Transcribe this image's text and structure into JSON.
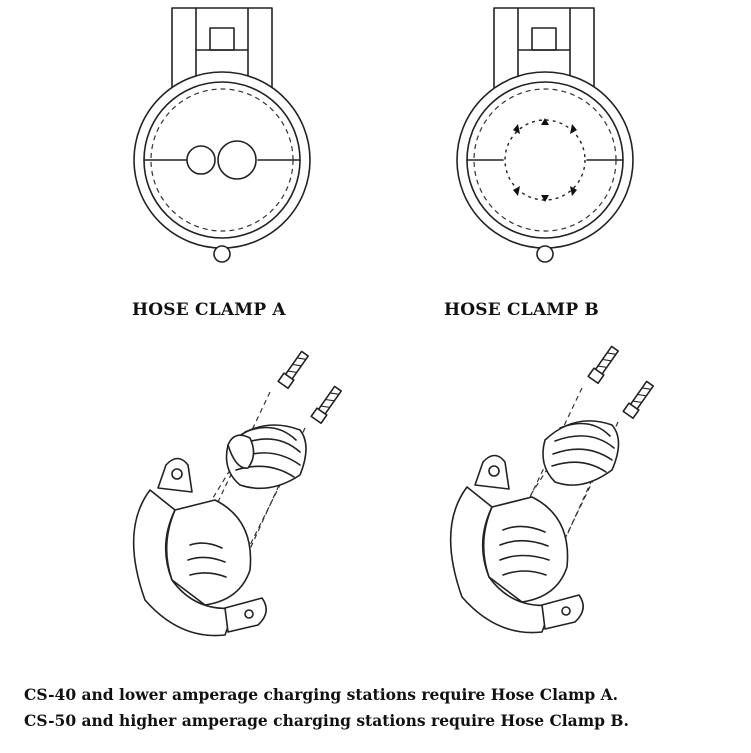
{
  "labels": {
    "clamp_a": "HOSE CLAMP A",
    "clamp_b": "HOSE CLAMP B"
  },
  "notes": [
    "CS-40 and lower amperage charging stations require Hose Clamp A.",
    "CS-50 and higher amperage charging stations require Hose Clamp B."
  ]
}
